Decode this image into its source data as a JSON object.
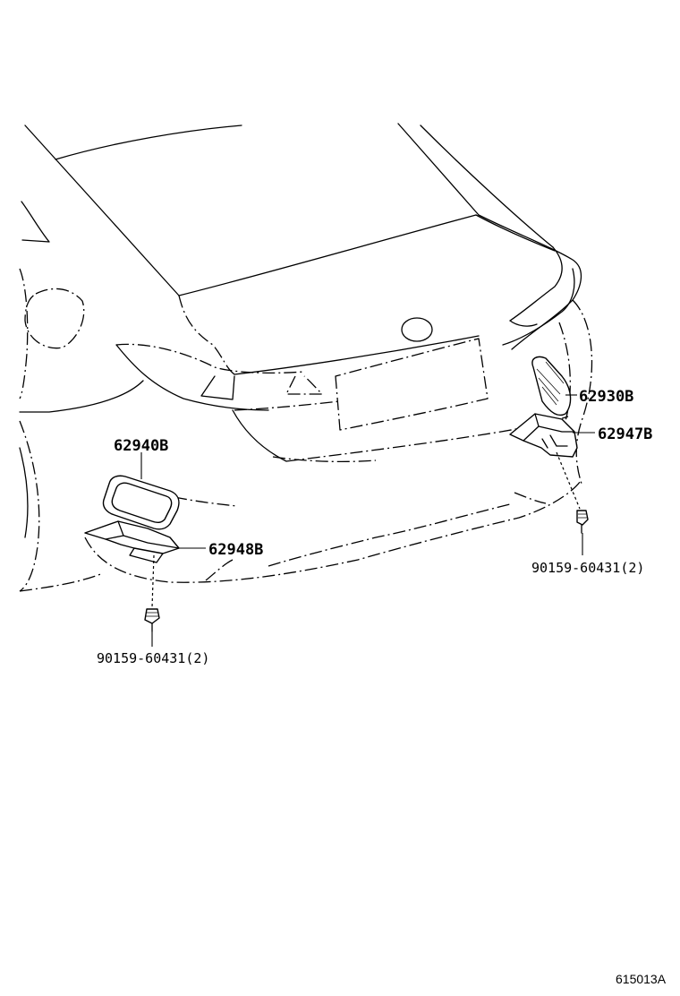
{
  "parts": {
    "p62930": "62930B",
    "p62947": "62947B",
    "p62940": "62940B",
    "p62948": "62948B",
    "bolt_right": "90159-60431(2)",
    "bolt_left": "90159-60431(2)"
  },
  "figure_code": "615013A"
}
